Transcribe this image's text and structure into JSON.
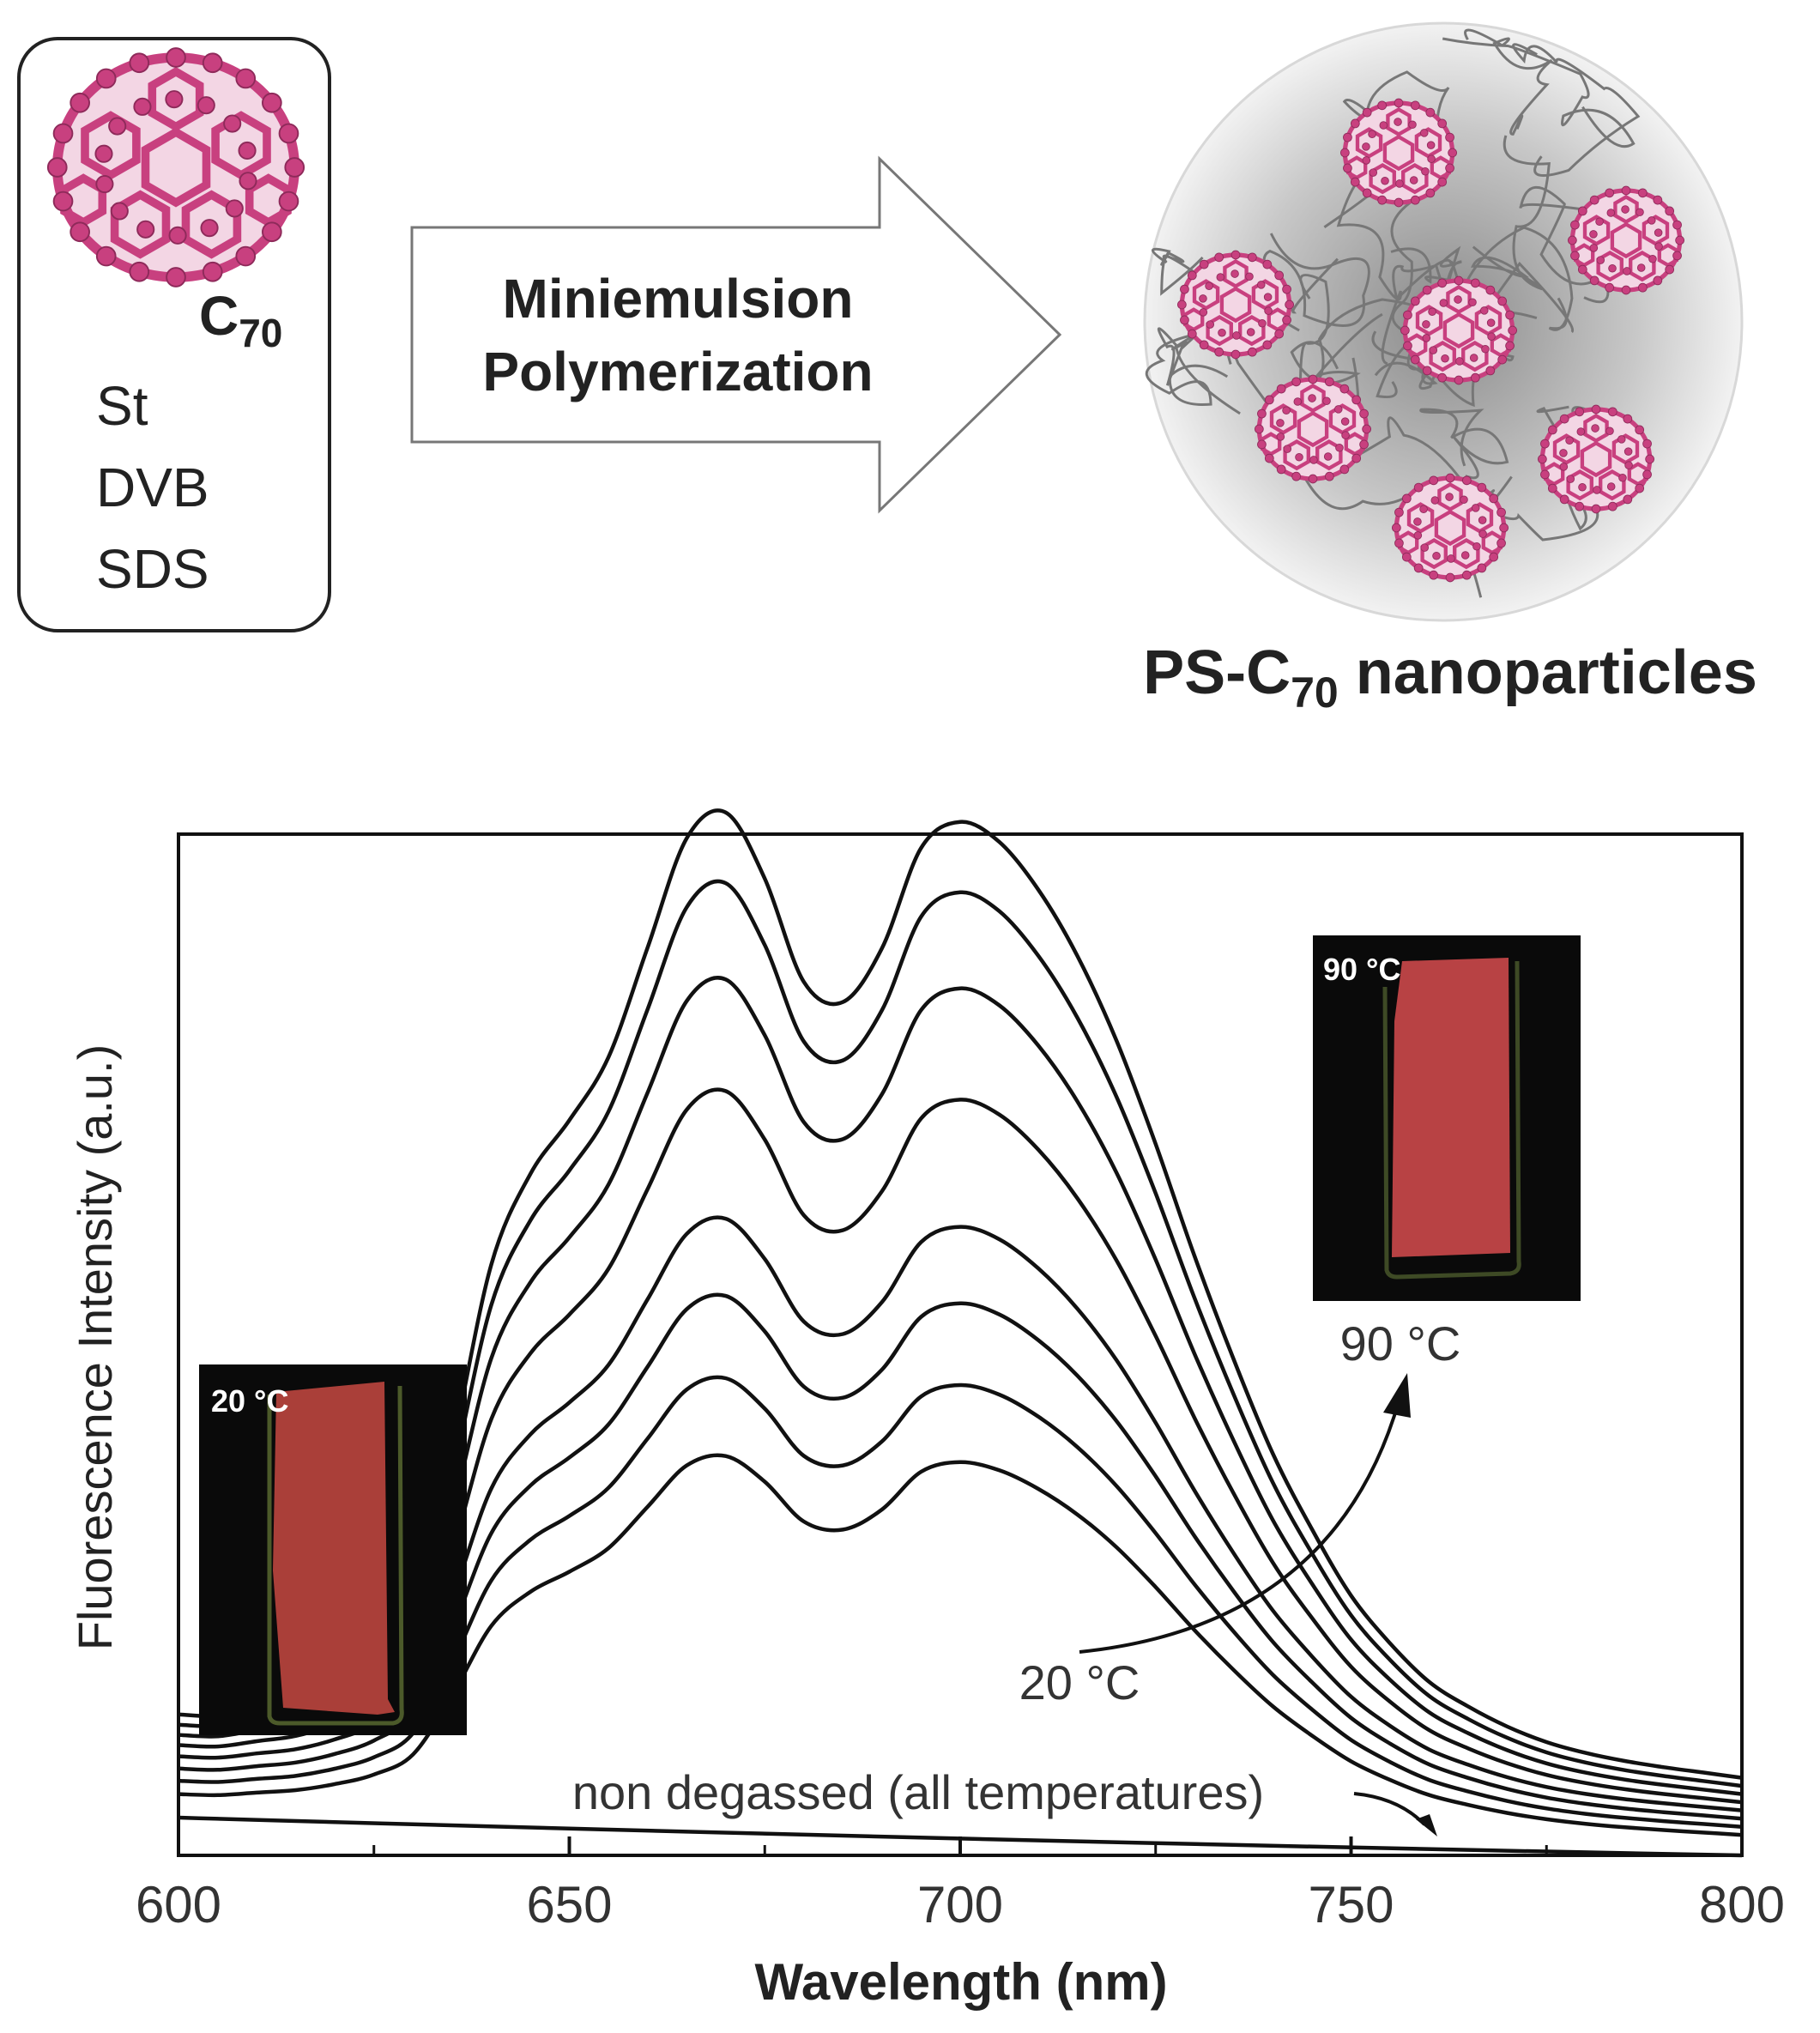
{
  "scheme": {
    "reagent_main": "C",
    "reagent_main_sub": "70",
    "reagents": [
      "St",
      "DVB",
      "SDS"
    ],
    "process_line1": "Miniemulsion",
    "process_line2": "Polymerization",
    "product_prefix": "PS-C",
    "product_sub": "70",
    "product_suffix": " nanoparticles",
    "colors": {
      "fullerene": "#c8407f",
      "fullerene_dark": "#8e2a5a",
      "polymer": "#777777"
    }
  },
  "chart_data": {
    "type": "line",
    "xlabel": "Wavelength (nm)",
    "ylabel": "Fluorescence Intensity (a.u.)",
    "xlim": [
      600,
      800
    ],
    "ylim": [
      0,
      100
    ],
    "x_ticks": [
      600,
      650,
      700,
      750,
      800
    ],
    "x_tick_labels": [
      "600",
      "650",
      "700",
      "750",
      "800"
    ],
    "y_ticks_shown": false,
    "grid": false,
    "x": [
      600,
      605,
      610,
      615,
      620,
      625,
      630,
      635,
      640,
      645,
      650,
      655,
      660,
      665,
      670,
      675,
      680,
      685,
      690,
      695,
      700,
      705,
      710,
      715,
      720,
      725,
      730,
      735,
      740,
      745,
      750,
      755,
      760,
      765,
      770,
      775,
      780,
      785,
      790,
      795,
      800
    ],
    "shape": [
      0.0,
      0.0,
      0.01,
      0.02,
      0.04,
      0.07,
      0.13,
      0.3,
      0.5,
      0.6,
      0.66,
      0.73,
      0.85,
      0.97,
      1.0,
      0.93,
      0.82,
      0.8,
      0.86,
      0.97,
      1.0,
      0.98,
      0.93,
      0.86,
      0.77,
      0.66,
      0.54,
      0.43,
      0.33,
      0.25,
      0.18,
      0.13,
      0.09,
      0.065,
      0.045,
      0.03,
      0.02,
      0.013,
      0.008,
      0.004,
      0.0
    ],
    "series": [
      {
        "base_start": 6.0,
        "base_end": 2.0,
        "amp": 34.5
      },
      {
        "base_start": 7.3,
        "base_end": 2.8,
        "amp": 41.0
      },
      {
        "base_start": 8.5,
        "base_end": 3.6,
        "amp": 48.0
      },
      {
        "base_start": 9.7,
        "base_end": 4.4,
        "amp": 54.5
      },
      {
        "base_start": 10.8,
        "base_end": 5.2,
        "amp": 66.0
      },
      {
        "base_start": 11.8,
        "base_end": 6.0,
        "amp": 76.0
      },
      {
        "base_start": 12.8,
        "base_end": 6.8,
        "amp": 84.5
      },
      {
        "base_start": 13.8,
        "base_end": 7.6,
        "amp": 90.5
      }
    ],
    "non_degassed": {
      "y_start": 3.7,
      "y_end": 0.0
    },
    "annotations": {
      "non_degassed": "non degassed (all temperatures)",
      "low_temp": "20 °C",
      "high_temp": "90 °C",
      "inset_low": "20 °C",
      "inset_high": "90 °C"
    },
    "colors": {
      "line": "#111111",
      "inset_bg": "#0a0a0a",
      "vial": "#b8443e"
    }
  }
}
